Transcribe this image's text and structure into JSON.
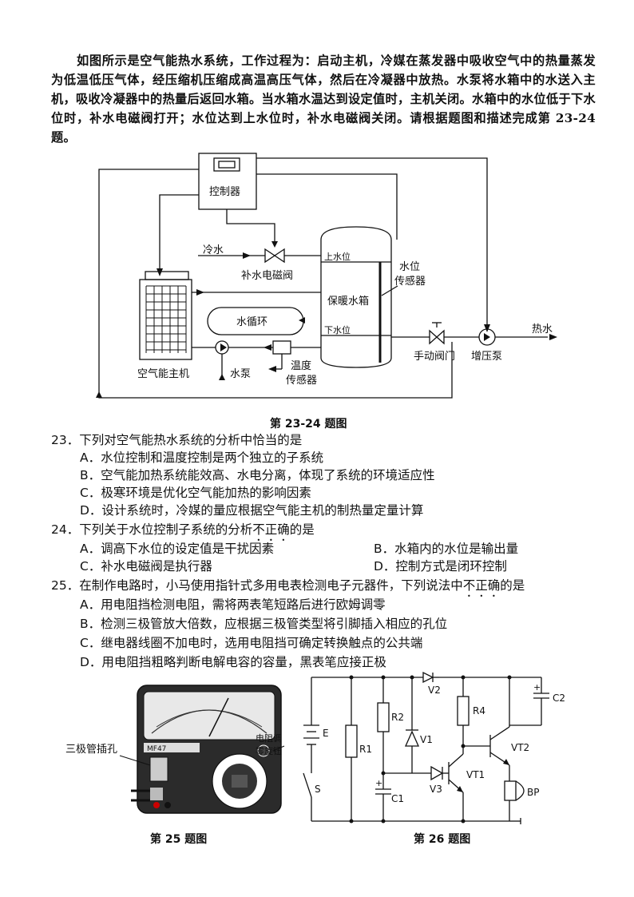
{
  "intro": "如图所示是空气能热水系统，工作过程为：启动主机，冷媒在蒸发器中吸收空气中的热量蒸发为低温低压气体，经压缩机压缩成高温高压气体，然后在冷凝器中放热。水泵将水箱中的水送入主机，吸收冷凝器中的热量后返回水箱。当水箱水温达到设定值时，主机关闭。水箱中的水位低于下水位时，补水电磁阀打开；水位达到上水位时，补水电磁阀关闭。请根据题图和描述完成第 23-24 题。",
  "diagram1": {
    "controller": "控制器",
    "cold_water": "冷水",
    "valve": "补水电磁阀",
    "upper_level": "上水位",
    "lower_level": "下水位",
    "tank": "保暖水箱",
    "level_sensor_1": "水位",
    "level_sensor_2": "传感器",
    "circulation": "水循环",
    "host": "空气能主机",
    "pump": "水泵",
    "temp_sensor_1": "温度",
    "temp_sensor_2": "传感器",
    "manual_valve": "手动阀门",
    "booster": "增压泵",
    "hot_water": "热水",
    "caption": "第 23-24 题图"
  },
  "q23": {
    "stem": "23．下列对空气能热水系统的分析中恰当的是",
    "a": "A．水位控制和温度控制是两个独立的子系统",
    "b": "B．空气能加热系统能效高、水电分离，体现了系统的环境适应性",
    "c": "C．极寒环境是优化空气能加热的影响因素",
    "d": "D．设计系统时，冷媒的量应根据空气能主机的制热量定量计算"
  },
  "q24": {
    "stem_a": "24．下列关于水位控制子系统的分析",
    "stem_dot": "不正确",
    "stem_b": "的是",
    "a": "A．调高下水位的设定值是干扰因素",
    "b": "B．水箱内的水位是输出量",
    "c": "C．补水电磁阀是执行器",
    "d": "D．控制方式是闭环控制"
  },
  "q25": {
    "stem_a": "25．在制作电路时，小马使用指针式多用电表检测电子元器件，下列说法中",
    "stem_dot": "不正确",
    "stem_b": "的是",
    "a": "A．用电阻挡检测电阻，需将两表笔短路后进行欧姆调零",
    "b": "B．检测三极管放大倍数，应根据三极管类型将引脚插入相应的孔位",
    "c": "C．继电器线圈不加电时，选用电阻挡可确定转换触点的公共端",
    "d": "D．用电阻挡粗略判断电解电容的容量，黑表笔应接正极"
  },
  "meter": {
    "transistor_socket": "三极管插孔",
    "zero_knob_1": "电阻调",
    "zero_knob_2": "零旋钮",
    "model": "MF47",
    "caption": "第 25 题图"
  },
  "circuit": {
    "v2": "V2",
    "c2": "C2",
    "r2": "R2",
    "r4": "R4",
    "e": "E",
    "r1": "R1",
    "v1": "V1",
    "vt2": "VT2",
    "vt1": "VT1",
    "v3": "V3",
    "s": "S",
    "bp": "BP",
    "c1": "C1",
    "plus": "+",
    "caption": "第 26 题图"
  }
}
